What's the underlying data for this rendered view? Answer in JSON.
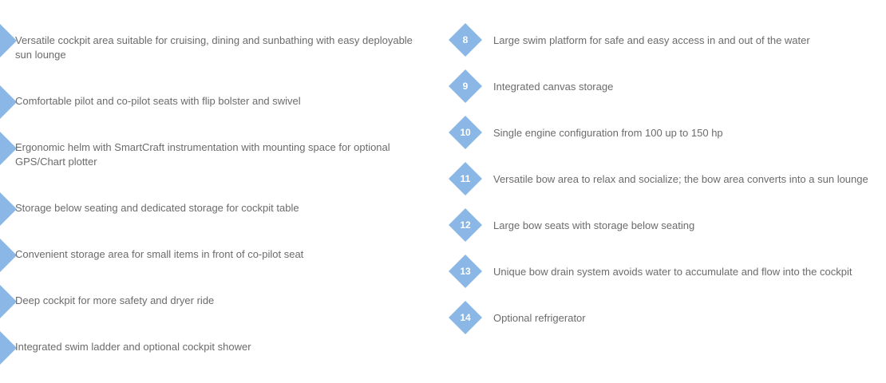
{
  "colors": {
    "marker": "#8ab7e6",
    "text": "#6b6b6b",
    "background": "#ffffff"
  },
  "features_left": [
    {
      "text": "Versatile cockpit area suitable for cruising, dining and sunbathing with easy deployable sun lounge"
    },
    {
      "text": "Comfortable pilot and co-pilot seats with flip bolster and swivel"
    },
    {
      "text": "Ergonomic helm with SmartCraft instrumentation with mounting space for optional GPS/Chart plotter"
    },
    {
      "text": "Storage below seating and dedicated storage for cockpit table"
    },
    {
      "text": "Convenient storage area for small items in front of co-pilot seat"
    },
    {
      "text": "Deep cockpit for more safety and dryer ride"
    },
    {
      "text": "Integrated swim ladder and optional cockpit shower"
    }
  ],
  "features_right": [
    {
      "number": "8",
      "text": "Large swim platform for safe and easy access in and out of the water"
    },
    {
      "number": "9",
      "text": "Integrated canvas storage"
    },
    {
      "number": "10",
      "text": "Single engine configuration from 100 up to 150 hp"
    },
    {
      "number": "11",
      "text": "Versatile bow area to relax and socialize; the bow area converts into a sun lounge"
    },
    {
      "number": "12",
      "text": "Large bow seats with storage below seating"
    },
    {
      "number": "13",
      "text": "Unique bow drain system avoids water to accumulate and flow into the cockpit"
    },
    {
      "number": "14",
      "text": "Optional refrigerator"
    }
  ]
}
